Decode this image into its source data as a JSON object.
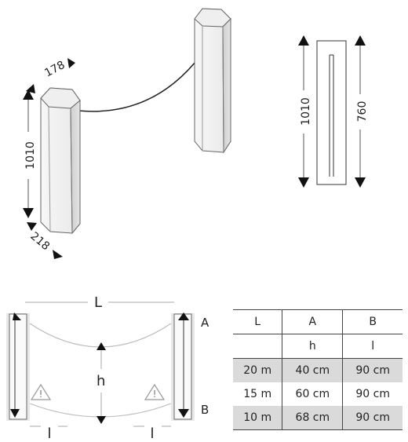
{
  "top_left": {
    "width_top": "178",
    "height": "1010",
    "width_bottom": "218"
  },
  "top_right": {
    "outer_height": "1010",
    "inner_height": "760"
  },
  "plan": {
    "span_label": "L",
    "sag_label": "h",
    "gap_left_label": "l",
    "gap_right_label": "l",
    "rope_a_label": "A",
    "rope_b_label": "B",
    "warning_icon": "warning-triangle-icon"
  },
  "table": {
    "headers": [
      "L",
      "A",
      "B"
    ],
    "subheader": [
      "",
      "h",
      "l"
    ],
    "rows": [
      [
        "20 m",
        "40 cm",
        "90 cm"
      ],
      [
        "15 m",
        "60 cm",
        "90 cm"
      ],
      [
        "10 m",
        "68 cm",
        "90 cm"
      ]
    ]
  }
}
